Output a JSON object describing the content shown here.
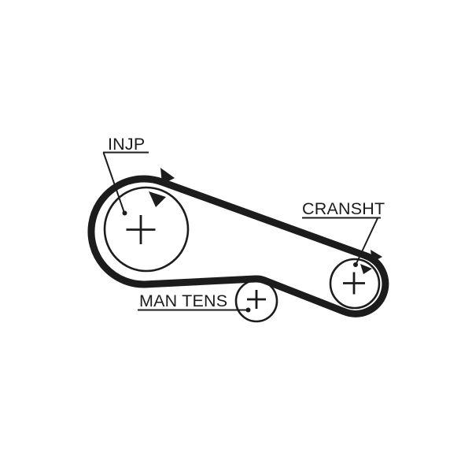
{
  "labels": {
    "injection_pump": "INJP",
    "crankshaft": "CRANSHT",
    "manual_tensioner": "MAN TENS"
  },
  "colors": {
    "ink": "#1c1c1c",
    "background": "#ffffff"
  },
  "icons": {
    "direction_arrow": "filled-triangle-right",
    "pulley_center_mark": "plus-cross",
    "leader_end": "filled-dot"
  }
}
